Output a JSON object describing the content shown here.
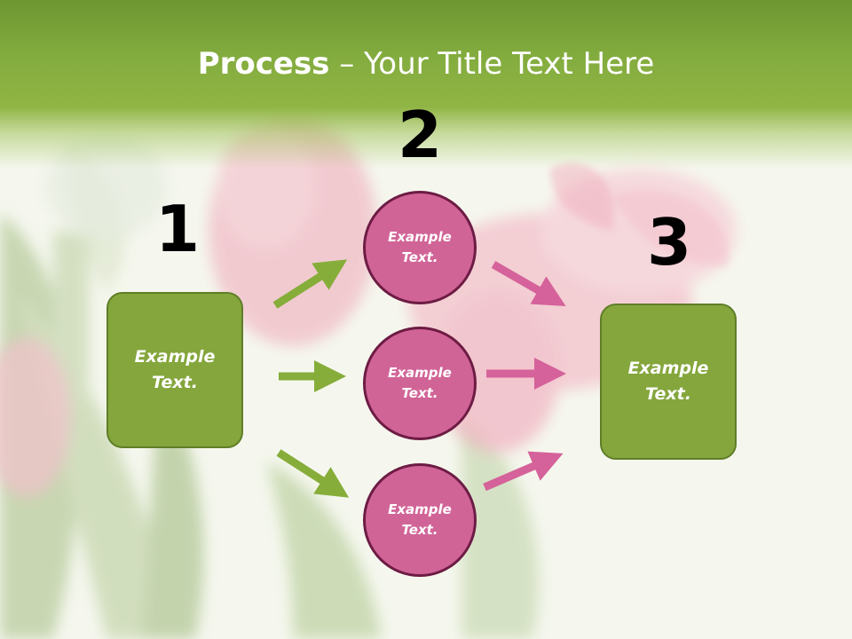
{
  "title": {
    "bold": "Process",
    "rest": " – Your Title Text Here"
  },
  "steps": {
    "one": "1",
    "two": "2",
    "three": "3"
  },
  "left_box": {
    "text": "Example Text."
  },
  "right_box": {
    "text": "Example Text."
  },
  "circles": [
    {
      "text": "Example Text."
    },
    {
      "text": "Example Text."
    },
    {
      "text": "Example Text."
    }
  ],
  "colors": {
    "green": "#84a63c",
    "pink": "#d16497",
    "arrow_green": "#86ad3a",
    "arrow_pink": "#d5629a"
  }
}
